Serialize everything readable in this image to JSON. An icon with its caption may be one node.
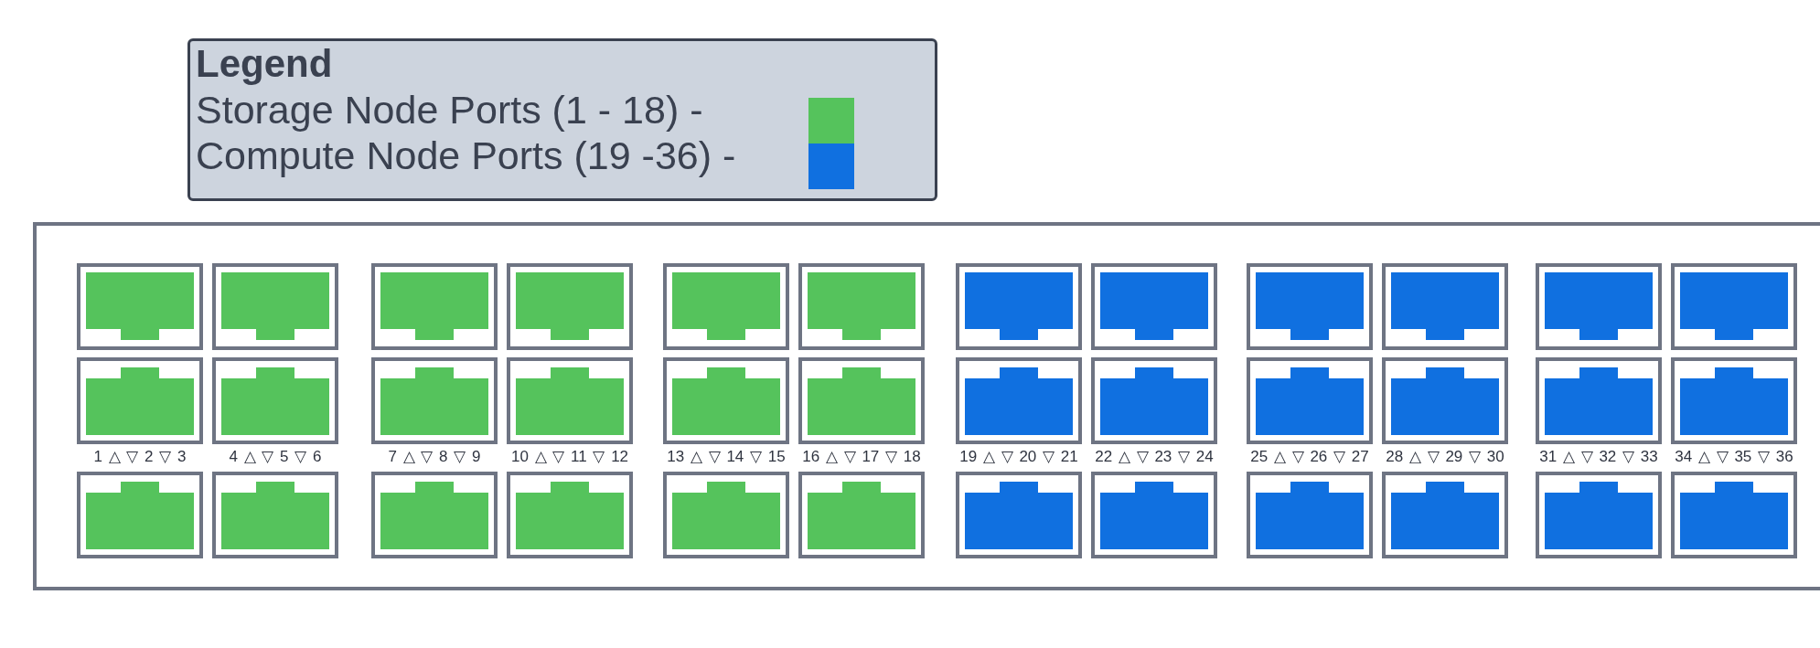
{
  "diagram": {
    "nodes": [
      {
        "text": [],
        "shape": "box"
      },
      {
        "text": [],
        "shape": "box",
        "in": 0
      },
      {
        "text": [],
        "shape": "box",
        "in": 0
      },
      {
        "text": [],
        "shape": "box",
        "in": 0
      },
      {
        "text": [],
        "shape": "box",
        "in": 0
      },
      {
        "text": [],
        "shape": "box",
        "in": 0
      },
      {
        "text": [],
        "shape": "box",
        "in": 0
      },
      {
        "text": [],
        "shape": "box",
        "in": 0
      },
      {
        "text": [],
        "shape": "box",
        "in": 0
      },
      {
        "text": [],
        "shape": "box",
        "in": 0
      },
      {
        "text": [],
        "shape": "box",
        "in": 0
      },
      {
        "text": [],
        "shape": "box",
        "in": 0
      },
      {
        "text": [],
        "shape": "box",
        "in": 0
      },
      {
        "text": [],
        "shape": "box",
        "in": 0
      },
      {
        "text": [],
        "shape": "box",
        "in": 0
      },
      {
        "text": [],
        "shape": "box",
        "in": 0
      },
      {
        "text": [],
        "shape": "box",
        "in": 0
      },
      {
        "text": [],
        "shape": "box",
        "in": 0
      },
      {
        "text": [],
        "shape": "box",
        "in": 0
      },
      {
        "text": [],
        "shape": "box",
        "in": 0
      },
      {
        "text": [],
        "shape": "box",
        "in": 0
      },
      {
        "text": [],
        "shape": "box",
        "in": 0
      },
      {
        "text": [],
        "shape": "box",
        "in": 0
      },
      {
        "text": [],
        "shape": "box",
        "in": 0
      },
      {
        "text": [],
        "shape": "box",
        "in": 0
      },
      {
        "text": [],
        "shape": "box",
        "in": 0
      },
      {
        "text": [],
        "shape": "box",
        "in": 0
      },
      {
        "text": [],
        "shape": "box",
        "in": 0
      },
      {
        "text": [],
        "shape": "box",
        "in": 0
      },
      {
        "text": [],
        "shape": "box",
        "in": 0
      },
      {
        "text": [],
        "shape": "box",
        "in": 0
      },
      {
        "text": [],
        "shape": "box",
        "in": 0
      },
      {
        "text": [],
        "shape": "box",
        "in": 0
      },
      {
        "text": [],
        "shape": "box",
        "in": 0
      },
      {
        "text": [],
        "shape": "box",
        "in": 0
      },
      {
        "text": [],
        "shape": "box",
        "in": 0
      },
      {
        "text": [],
        "shape": "box",
        "in": 0
      }
    ],
    "labels": [
      "Legend",
      "1 △ ▽ 2 ▽ 3",
      "4 △ ▽ 5 ▽ 6",
      "7 △ ▽ 8 ▽ 9",
      "10 △ ▽ 11 ▽ 12",
      "13 △ ▽ 14 ▽ 15",
      "16 △ ▽ 17 ▽ 18",
      "19 △ ▽ 20 ▽ 21",
      "22 △ ▽ 23 ▽ 24",
      "25 △ ▽ 26 ▽ 27",
      "28 △ ▽ 29 ▽ 30",
      "31 △ ▽ 32 ▽ 33",
      "34 △ ▽ 35 ▽ 36"
    ],
    "legend": [
      {
        "text": "Storage Node Ports (1 - 18) -",
        "color": "#55c35c"
      },
      {
        "text": "Compute Node Ports (19 -36) -",
        "color": "#1070e0"
      }
    ]
  }
}
